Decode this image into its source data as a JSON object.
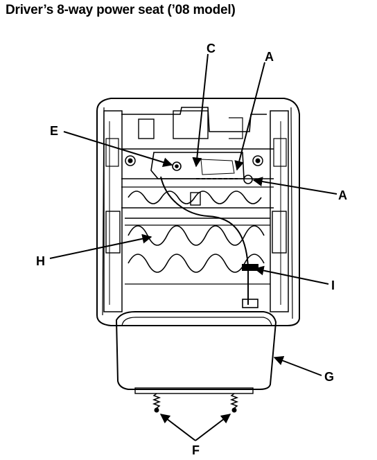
{
  "title": "Driver’s 8-way power seat (’08 model)",
  "callouts": {
    "A_top": "A",
    "A_right": "A",
    "C": "C",
    "E": "E",
    "F": "F",
    "G": "G",
    "H": "H",
    "I": "I"
  }
}
